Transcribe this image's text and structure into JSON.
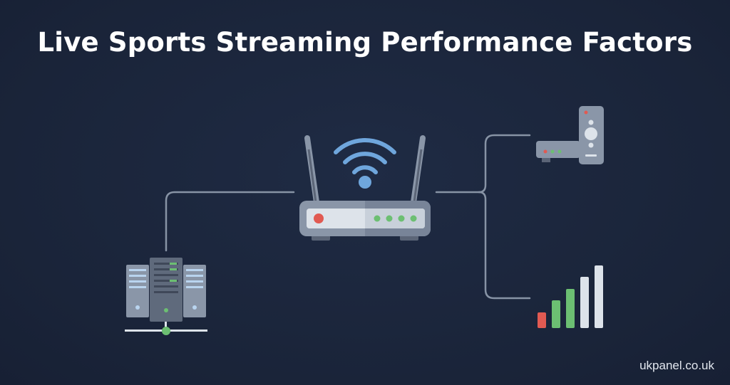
{
  "title": "Live Sports Streaming Performance Factors",
  "watermark": "ukpanel.co.uk",
  "nodes": {
    "server": {
      "icon": "server-rack-icon"
    },
    "router": {
      "icon": "wifi-router-icon"
    },
    "streaming_device": {
      "icon": "streaming-box-remote-icon"
    },
    "signal_strength": {
      "icon": "signal-bars-icon",
      "level": 0.6
    }
  },
  "colors": {
    "background": "#1b263d",
    "device_body": "#8a96a8",
    "device_dark": "#5b6577",
    "line": "#8793a5",
    "wifi": "#6fa6dc",
    "status_green": "#6cbf72",
    "status_red": "#e15a52",
    "light_panel": "#dde3ea"
  }
}
